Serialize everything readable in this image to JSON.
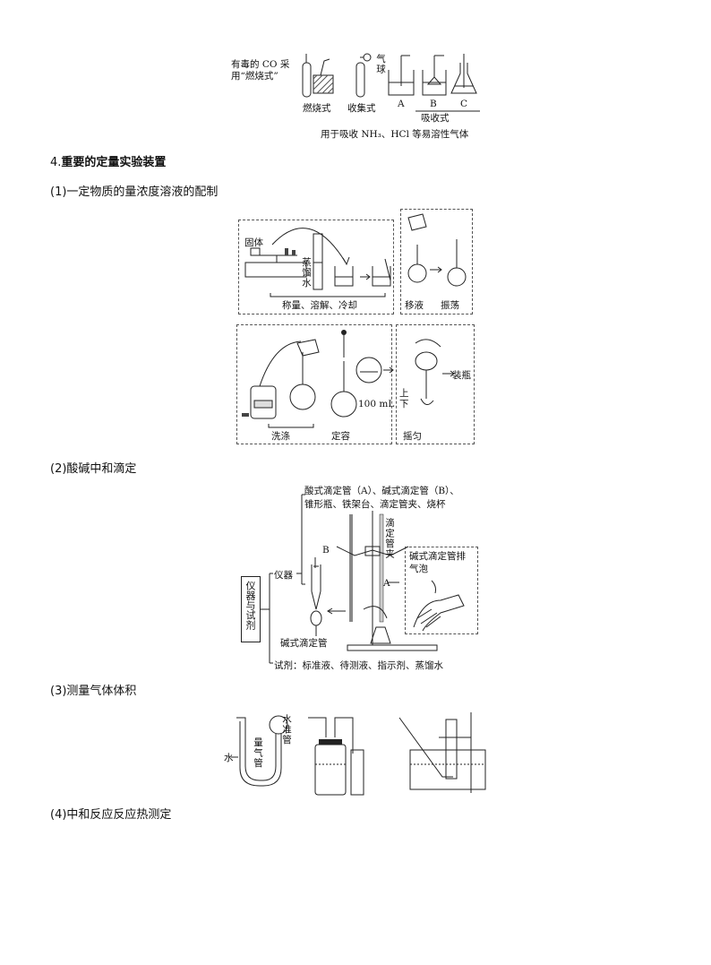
{
  "absorption_figure": {
    "toxic_co_note": "有毒的 CO 采用“燃烧式”",
    "burn_label": "燃烧式",
    "collect_label": "收集式",
    "balloon_label": "气球",
    "letters": [
      "A",
      "B",
      "C"
    ],
    "absorb_label": "吸收式",
    "soluble_gas_note": "用于吸收 NH₃、HCl 等易溶性气体"
  },
  "section4": {
    "number": "4.",
    "title": "重要的定量实验装置"
  },
  "sub1": {
    "heading": "(1)一定物质的量浓度溶液的配制",
    "solid": "固体",
    "distilled_water": "蒸馏水",
    "weigh_dissolve_cool": "称量、溶解、冷却",
    "transfer": "移液",
    "shake": "振荡",
    "wash": "洗涤",
    "fix_volume": "定容",
    "volume_mark": "100 mL",
    "upper": "上",
    "lower": "下",
    "mix": "摇匀",
    "bottle": "装瓶"
  },
  "sub2": {
    "heading": "(2)酸碱中和滴定",
    "group_label": "仪器与试剂",
    "instruments_label": "仪器",
    "instruments_line1": "酸式滴定管（A）、碱式滴定管（B）、",
    "instruments_line2": "锥形瓶、铁架台、滴定管夹、烧杯",
    "burette_clamp": "滴定管夹",
    "base_burette_label": "碱式滴定管",
    "bubble_label": "碱式滴定管排气泡",
    "label_a": "A",
    "label_b": "B",
    "reagents": "试剂：标准液、待测液、指示剂、蒸馏水"
  },
  "sub3": {
    "heading": "(3)测量气体体积",
    "water": "水",
    "gas_tube": "量气管",
    "level_tube": "水准管"
  },
  "sub4": {
    "heading": "(4)中和反应反应热测定"
  }
}
